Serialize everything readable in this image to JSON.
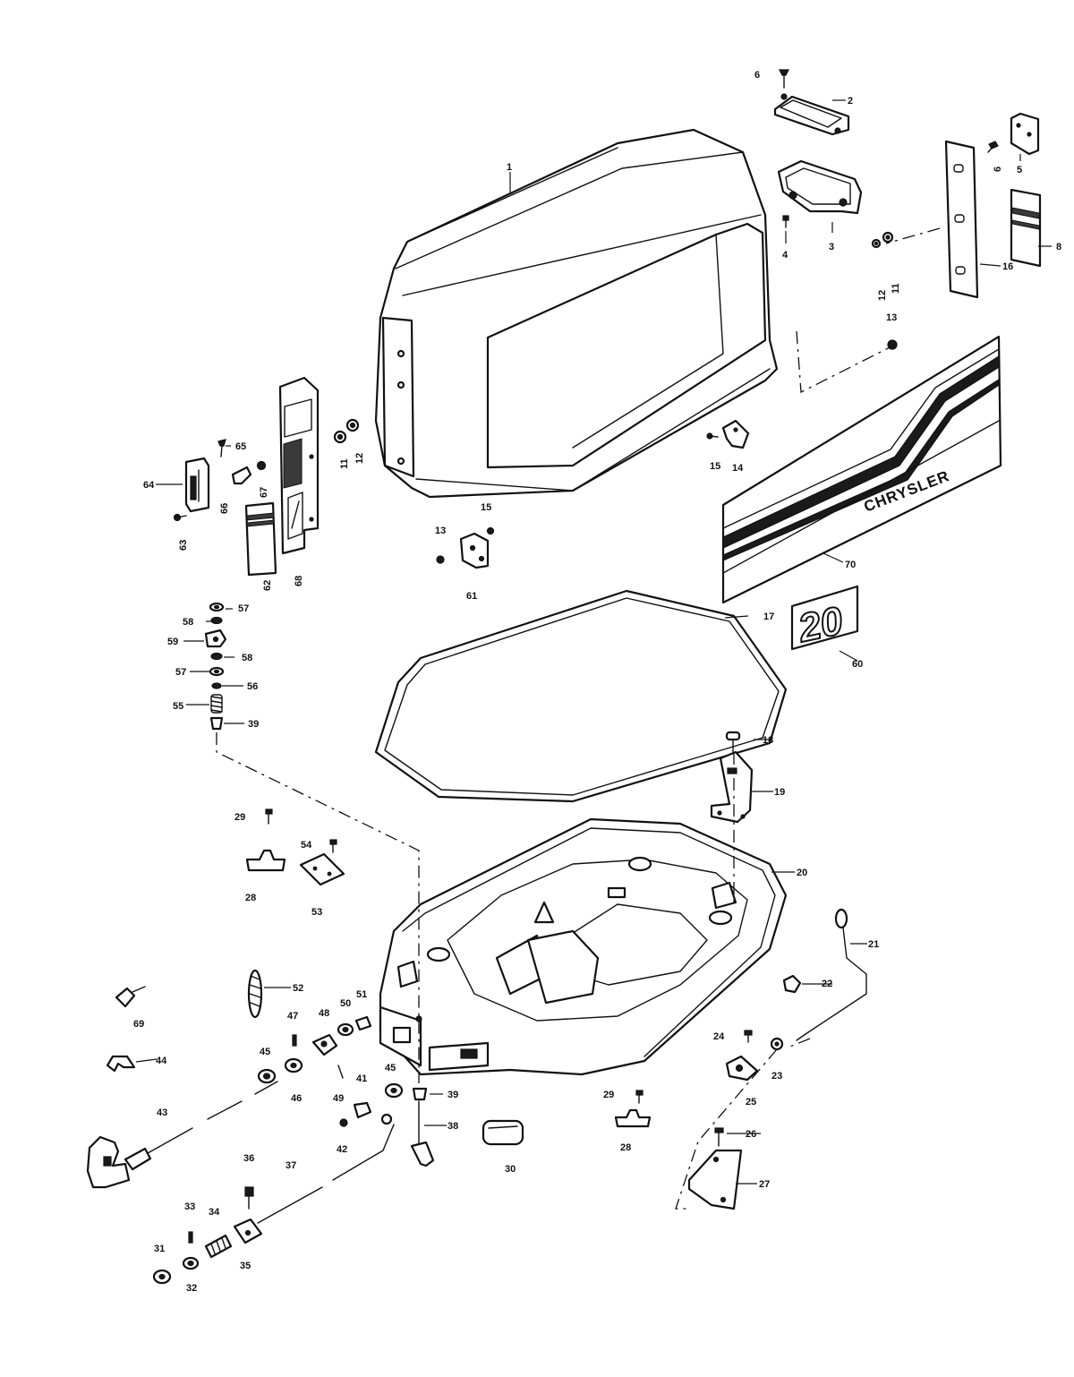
{
  "diagram": {
    "decal_brand_text": "CHRYSLER",
    "decal_model_text": "20",
    "callouts": [
      {
        "id": "c1",
        "text": "1"
      },
      {
        "id": "c2",
        "text": "2"
      },
      {
        "id": "c3",
        "text": "3"
      },
      {
        "id": "c4",
        "text": "4"
      },
      {
        "id": "c5",
        "text": "5"
      },
      {
        "id": "c6a",
        "text": "6"
      },
      {
        "id": "c6b",
        "text": "6"
      },
      {
        "id": "c8",
        "text": "8"
      },
      {
        "id": "c11a",
        "text": "11"
      },
      {
        "id": "c11b",
        "text": "11"
      },
      {
        "id": "c12a",
        "text": "12"
      },
      {
        "id": "c12b",
        "text": "12"
      },
      {
        "id": "c13a",
        "text": "13"
      },
      {
        "id": "c13b",
        "text": "13"
      },
      {
        "id": "c14",
        "text": "14"
      },
      {
        "id": "c15a",
        "text": "15"
      },
      {
        "id": "c15b",
        "text": "15"
      },
      {
        "id": "c16",
        "text": "16"
      },
      {
        "id": "c17",
        "text": "17"
      },
      {
        "id": "c18",
        "text": "18"
      },
      {
        "id": "c19",
        "text": "19"
      },
      {
        "id": "c20",
        "text": "20"
      },
      {
        "id": "c21",
        "text": "21"
      },
      {
        "id": "c22",
        "text": "22"
      },
      {
        "id": "c23",
        "text": "23"
      },
      {
        "id": "c24",
        "text": "24"
      },
      {
        "id": "c25",
        "text": "25"
      },
      {
        "id": "c26",
        "text": "26"
      },
      {
        "id": "c27",
        "text": "27"
      },
      {
        "id": "c28a",
        "text": "28"
      },
      {
        "id": "c28b",
        "text": "28"
      },
      {
        "id": "c29a",
        "text": "29"
      },
      {
        "id": "c29b",
        "text": "29"
      },
      {
        "id": "c30",
        "text": "30"
      },
      {
        "id": "c31",
        "text": "31"
      },
      {
        "id": "c32",
        "text": "32"
      },
      {
        "id": "c33",
        "text": "33"
      },
      {
        "id": "c34",
        "text": "34"
      },
      {
        "id": "c35",
        "text": "35"
      },
      {
        "id": "c36",
        "text": "36"
      },
      {
        "id": "c37",
        "text": "37"
      },
      {
        "id": "c38",
        "text": "38"
      },
      {
        "id": "c39a",
        "text": "39"
      },
      {
        "id": "c39b",
        "text": "39"
      },
      {
        "id": "c41",
        "text": "41"
      },
      {
        "id": "c42",
        "text": "42"
      },
      {
        "id": "c43",
        "text": "43"
      },
      {
        "id": "c44",
        "text": "44"
      },
      {
        "id": "c45a",
        "text": "45"
      },
      {
        "id": "c45b",
        "text": "45"
      },
      {
        "id": "c46",
        "text": "46"
      },
      {
        "id": "c47",
        "text": "47"
      },
      {
        "id": "c48",
        "text": "48"
      },
      {
        "id": "c49",
        "text": "49"
      },
      {
        "id": "c50",
        "text": "50"
      },
      {
        "id": "c51",
        "text": "51"
      },
      {
        "id": "c52",
        "text": "52"
      },
      {
        "id": "c53",
        "text": "53"
      },
      {
        "id": "c54",
        "text": "54"
      },
      {
        "id": "c55",
        "text": "55"
      },
      {
        "id": "c56",
        "text": "56"
      },
      {
        "id": "c57a",
        "text": "57"
      },
      {
        "id": "c57b",
        "text": "57"
      },
      {
        "id": "c58a",
        "text": "58"
      },
      {
        "id": "c58b",
        "text": "58"
      },
      {
        "id": "c59",
        "text": "59"
      },
      {
        "id": "c60",
        "text": "60"
      },
      {
        "id": "c61",
        "text": "61"
      },
      {
        "id": "c62",
        "text": "62"
      },
      {
        "id": "c63",
        "text": "63"
      },
      {
        "id": "c64",
        "text": "64"
      },
      {
        "id": "c65",
        "text": "65"
      },
      {
        "id": "c66",
        "text": "66"
      },
      {
        "id": "c67",
        "text": "67"
      },
      {
        "id": "c68",
        "text": "68"
      },
      {
        "id": "c69",
        "text": "69"
      },
      {
        "id": "c70",
        "text": "70"
      }
    ]
  }
}
